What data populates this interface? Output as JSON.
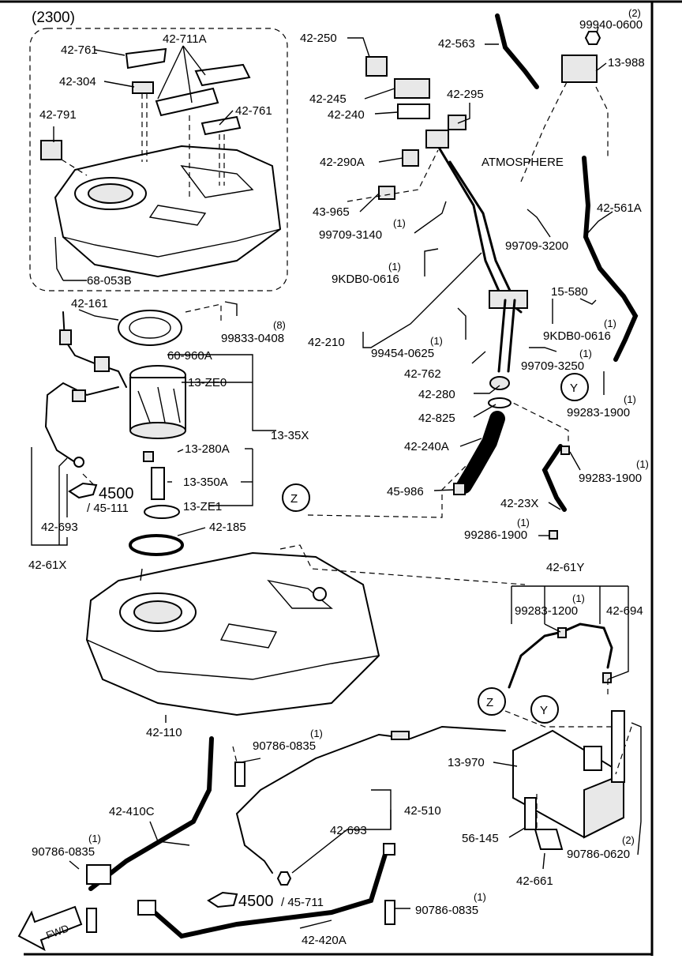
{
  "title": "(2300)",
  "atmosphere": "ATMOSPHERE",
  "callouts": {
    "z": "Z",
    "y": "Y",
    "fwd": "FWD"
  },
  "refs": {
    "ref_4500_top": "4500",
    "ref_45111": "/ 45-111",
    "ref_4500_bottom": "4500",
    "ref_45711": "/ 45-711"
  },
  "parts": {
    "p42761a": "42-761",
    "p42711a": "42-711A",
    "p42304": "42-304",
    "p42761b": "42-761",
    "p42791": "42-791",
    "p68053b": "68-053B",
    "p42250": "42-250",
    "p42563": "42-563",
    "q99940": "(2)",
    "p99940": "99940-0600",
    "p13988": "13-988",
    "p42245": "42-245",
    "p42240": "42-240",
    "p42295": "42-295",
    "p42290a": "42-290A",
    "p43965": "43-965",
    "q99709a": "(1)",
    "p99709a": "99709-3140",
    "p42561a": "42-561A",
    "p99709b": "99709-3200",
    "q9kdba": "(1)",
    "p9kdba": "9KDB0-0616",
    "p15580": "15-580",
    "p42161": "42-161",
    "q99833": "(8)",
    "p99833": "99833-0408",
    "p42210": "42-210",
    "q99454": "(1)",
    "p99454": "99454-0625",
    "q9kdbb": "(1)",
    "p9kdbb": "9KDB0-0616",
    "p42762": "42-762",
    "q99709c": "(1)",
    "p99709c": "99709-3250",
    "p60960a": "60-960A",
    "p42280": "42-280",
    "q99283a": "(1)",
    "p99283a": "99283-1900",
    "p13ze0": "13-ZE0",
    "p42825": "42-825",
    "p1335x": "13-35X",
    "p42240a": "42-240A",
    "p13280a": "13-280A",
    "q99283b": "(1)",
    "p99283b": "99283-1900",
    "p13350a": "13-350A",
    "p45986": "45-986",
    "p4223x": "42-23X",
    "p13ze1": "13-ZE1",
    "p42693a": "42-693",
    "q99286": "(1)",
    "p99286": "99286-1900",
    "p42185": "42-185",
    "p4261x": "42-61X",
    "p4261y": "42-61Y",
    "q99283c": "(1)",
    "p99283c": "99283-1200",
    "p42694": "42-694",
    "p42110": "42-110",
    "q90786a": "(1)",
    "p90786a": "90786-0835",
    "p13970": "13-970",
    "p42410c": "42-410C",
    "p42510": "42-510",
    "q90786b": "(1)",
    "p90786b": "90786-0835",
    "p42693b": "42-693",
    "p56145": "56-145",
    "q90786c": "(2)",
    "p90786c": "90786-0620",
    "p42661": "42-661",
    "q90786d": "(1)",
    "p90786d": "90786-0835",
    "p42420a": "42-420A"
  }
}
